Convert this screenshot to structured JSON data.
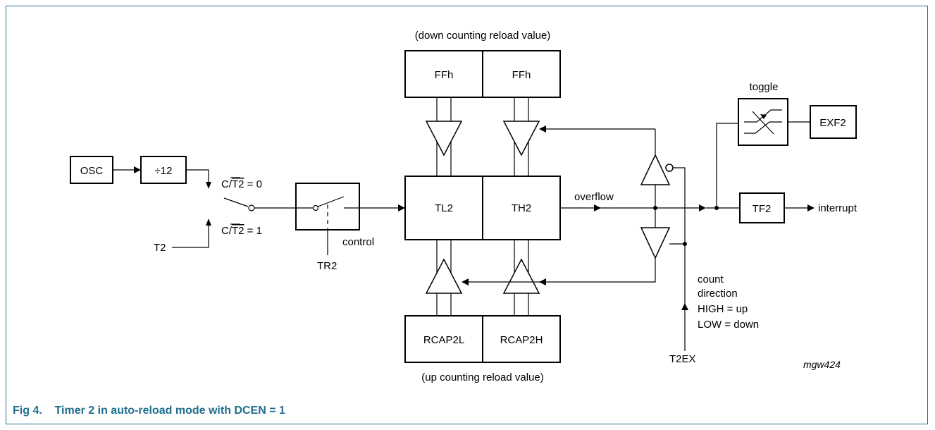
{
  "diagram": {
    "reference_id": "mgw424",
    "labels": {
      "osc": "OSC",
      "div12": "÷12",
      "ct2_0": "C/T2 = 0",
      "ct2_1": "C/T2 = 1",
      "t2": "T2",
      "tr2": "TR2",
      "control": "control",
      "down_reload": "(down counting reload value)",
      "up_reload": "(up counting reload value)",
      "ffh_low": "FFh",
      "ffh_high": "FFh",
      "tl2": "TL2",
      "th2": "TH2",
      "rcap2l": "RCAP2L",
      "rcap2h": "RCAP2H",
      "overflow": "overflow",
      "toggle": "toggle",
      "exf2": "EXF2",
      "tf2": "TF2",
      "interrupt": "interrupt",
      "count": "count",
      "direction": "direction",
      "high_up": "HIGH = up",
      "low_down": "LOW = down",
      "t2ex": "T2EX"
    }
  },
  "caption": {
    "number": "Fig 4.",
    "text": "Timer 2 in auto-reload mode with DCEN = 1"
  }
}
